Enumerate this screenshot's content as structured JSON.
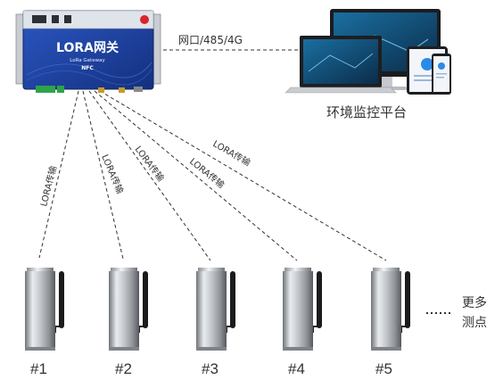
{
  "gateway": {
    "title": "LORA网关",
    "subtitle": "LoRa Gateway",
    "badge": "NFC"
  },
  "uplink": {
    "label": "网口/485/4G"
  },
  "platform": {
    "label": "环境监控平台"
  },
  "links": [
    {
      "label": "LORA传输"
    },
    {
      "label": "LORA传输"
    },
    {
      "label": "LORA传输"
    },
    {
      "label": "LORA传输"
    },
    {
      "label": "LORA传输"
    }
  ],
  "sensors": [
    {
      "label": "#1"
    },
    {
      "label": "#2"
    },
    {
      "label": "#3"
    },
    {
      "label": "#4"
    },
    {
      "label": "#5"
    }
  ],
  "more": {
    "line1": "更多",
    "line2": "测点"
  },
  "colors": {
    "gateway_blue": "#1d3f9e",
    "dashed_line": "#333333",
    "steel": "#b8bcc2"
  }
}
